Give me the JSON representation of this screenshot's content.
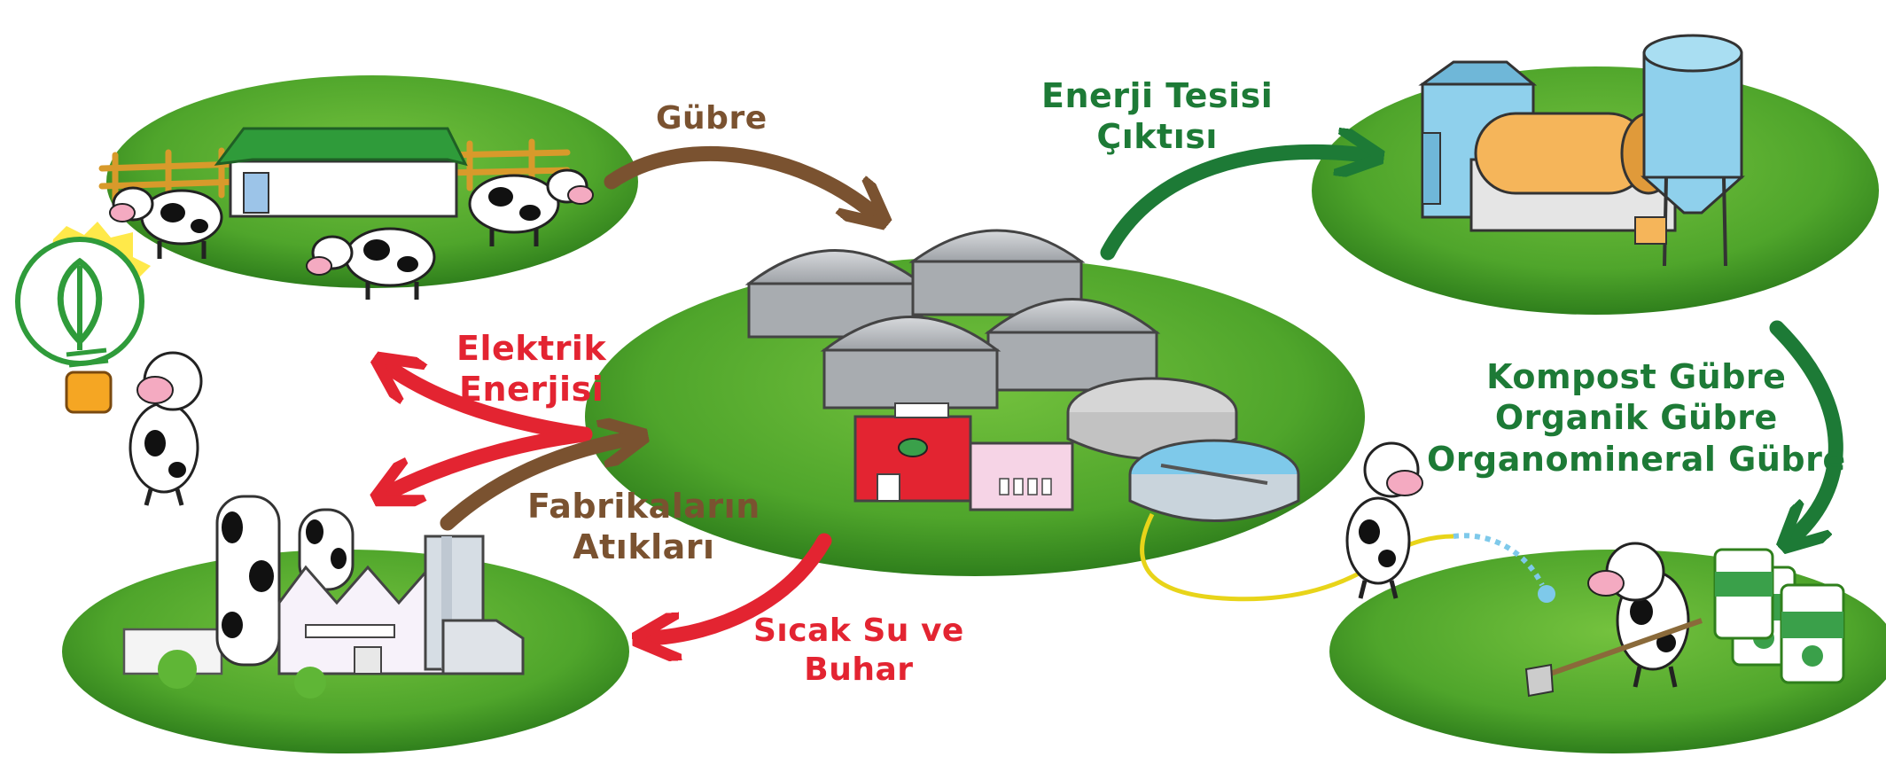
{
  "colors": {
    "grass": "#4fa52b",
    "grass_dark": "#2f7f1c",
    "arrow_brown": "#7a5230",
    "arrow_green": "#1d7a36",
    "arrow_red": "#e32431",
    "tank_gray": "#b5b8bc",
    "plant_blue": "#8fd0ec",
    "plant_orange": "#f5b55a",
    "factory_red": "#e32431",
    "water_blue": "#7ec9ea"
  },
  "icons": [
    "lightbulb-leaf-icon",
    "cow-icon",
    "fertilizer-bag-icon",
    "biogas-dome-icon"
  ],
  "labels": {
    "gubre": "Gübre",
    "enerji_tesisi_1": "Enerji Tesisi",
    "enerji_tesisi_2": "Çıktısı",
    "kompost": "Kompost Gübre",
    "organik": "Organik Gübre",
    "organomineral": "Organomineral Gübre",
    "elektrik_1": "Elektrik",
    "elektrik_2": "Enerjisi",
    "fabrika_1": "Fabrikaların",
    "fabrika_2": "Atıkları",
    "sicak_1": "Sıcak Su ve",
    "sicak_2": "Buhar"
  }
}
